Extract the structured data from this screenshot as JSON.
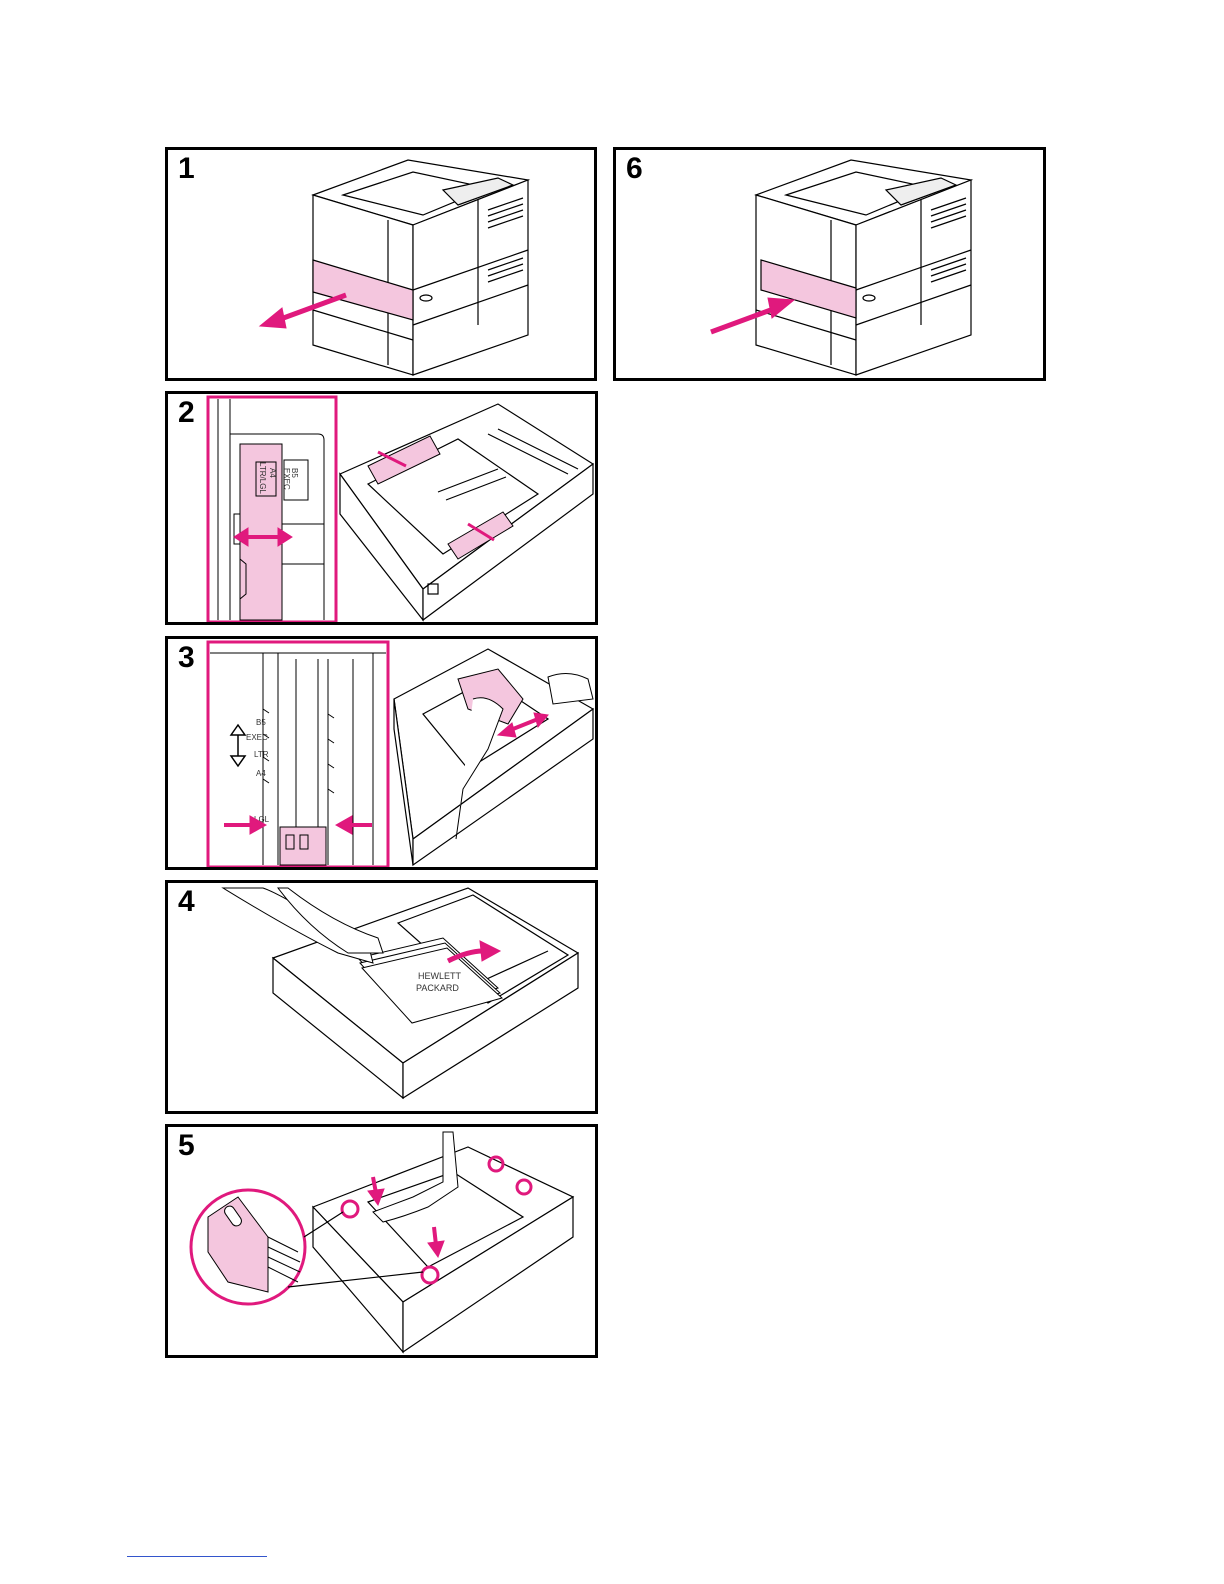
{
  "colors": {
    "accent": "#e0197d",
    "tint": "#f4c6de",
    "line": "#000000"
  },
  "steps": [
    {
      "number": "1",
      "icon": "printer-tray-out-illustration"
    },
    {
      "number": "6",
      "icon": "printer-tray-in-illustration"
    },
    {
      "number": "2",
      "icon": "tray-width-guide-illustration",
      "labels": [
        "B5",
        "EXEC",
        "A4",
        "LTR/LGL"
      ]
    },
    {
      "number": "3",
      "icon": "tray-length-guide-illustration",
      "labels": [
        "B5",
        "EXEC",
        "LTR",
        "A4",
        "LGL"
      ]
    },
    {
      "number": "4",
      "icon": "load-paper-illustration",
      "labels": [
        "HEWLETT",
        "PACKARD"
      ]
    },
    {
      "number": "5",
      "icon": "press-paper-down-illustration"
    }
  ]
}
